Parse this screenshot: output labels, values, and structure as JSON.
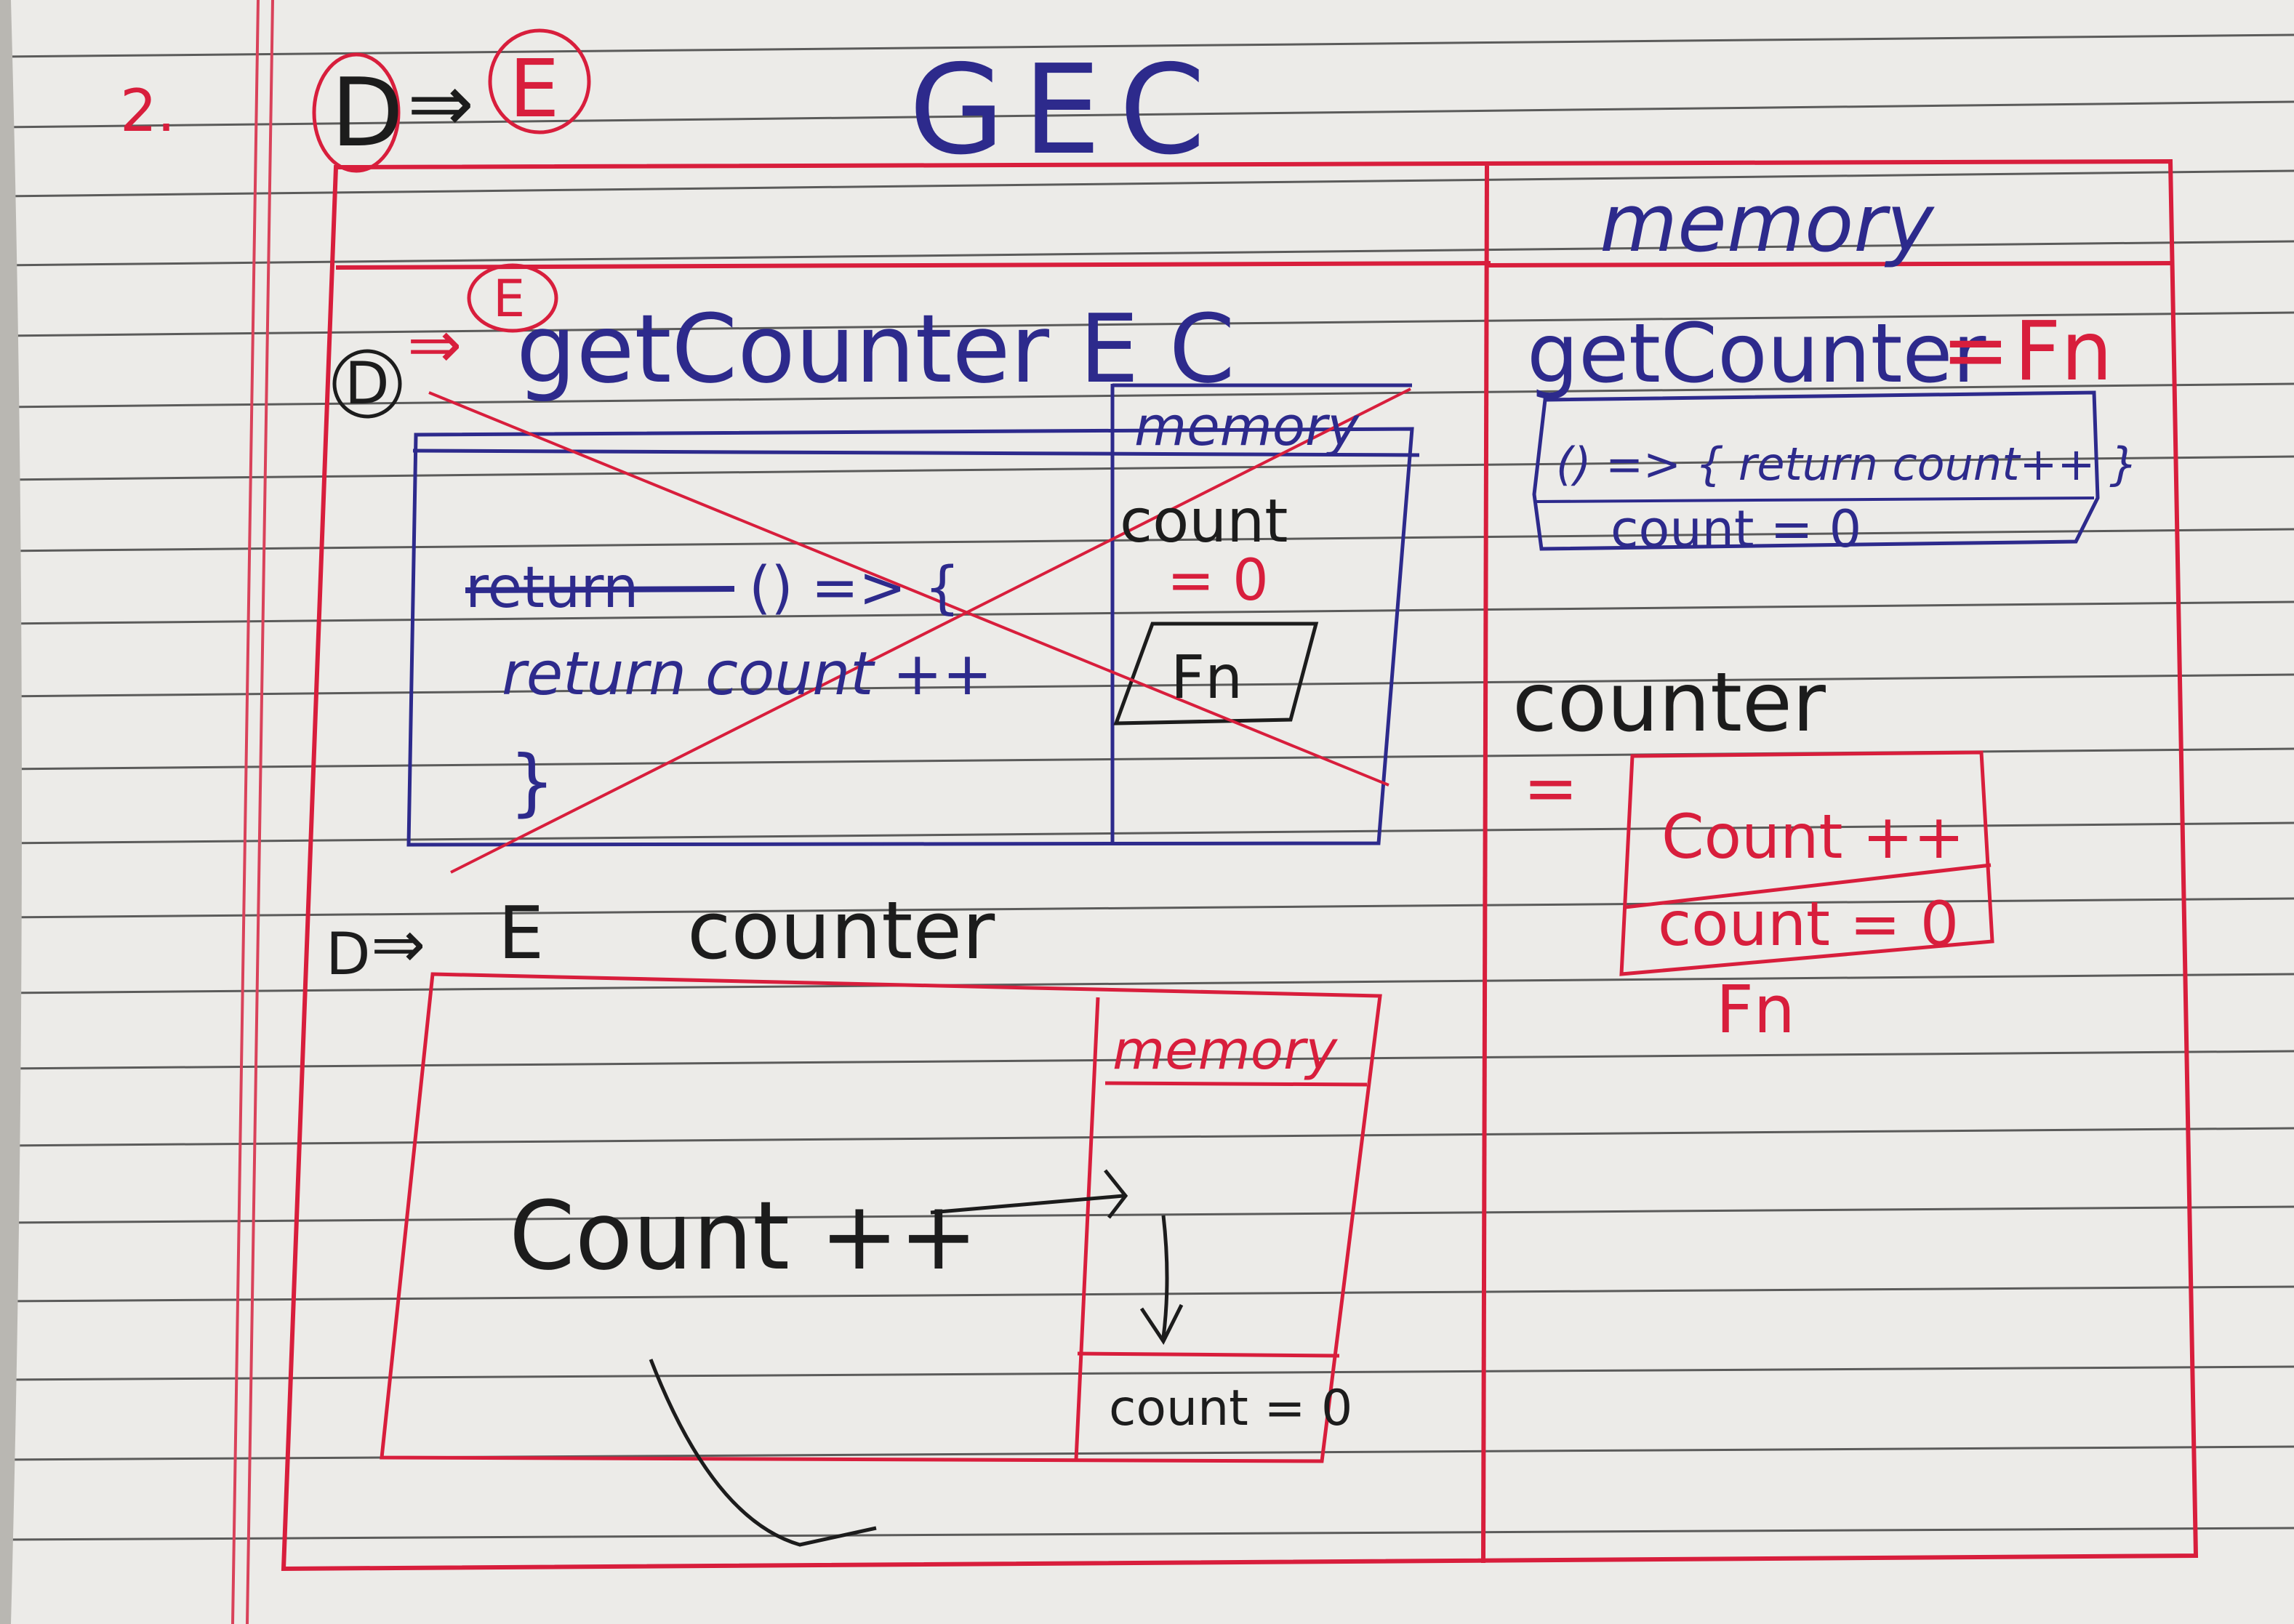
{
  "step_number": "2.",
  "header": {
    "d_label": "D",
    "arrow": "⇒",
    "e_label": "E",
    "title": "GEC"
  },
  "gec_memory": {
    "heading": "memory",
    "get_counter": {
      "name": "getCounter",
      "equals": "=",
      "value": "Fn",
      "body": "() => { return count++ }",
      "closure": "count = 0"
    },
    "counter": {
      "name": "counter",
      "equals": "=",
      "body": "Count ++",
      "closure": "count = 0",
      "type": "Fn"
    }
  },
  "get_counter_ec": {
    "d_label": "D",
    "arrow": "⇒",
    "e_label": "E",
    "title": "getCounter E C",
    "code_line1_struck": "return",
    "code_line1": "() => {",
    "code_line2": "return count ++",
    "code_line3": "}",
    "memory_heading": "memory",
    "memory_var": "count",
    "memory_value": "= 0",
    "memory_fn": "Fn"
  },
  "counter_ec": {
    "d_label": "D",
    "arrow": "⇒",
    "e_label": "E",
    "title": "counter",
    "code": "Count ++",
    "memory_heading": "memory",
    "memory_value": "count = 0"
  }
}
